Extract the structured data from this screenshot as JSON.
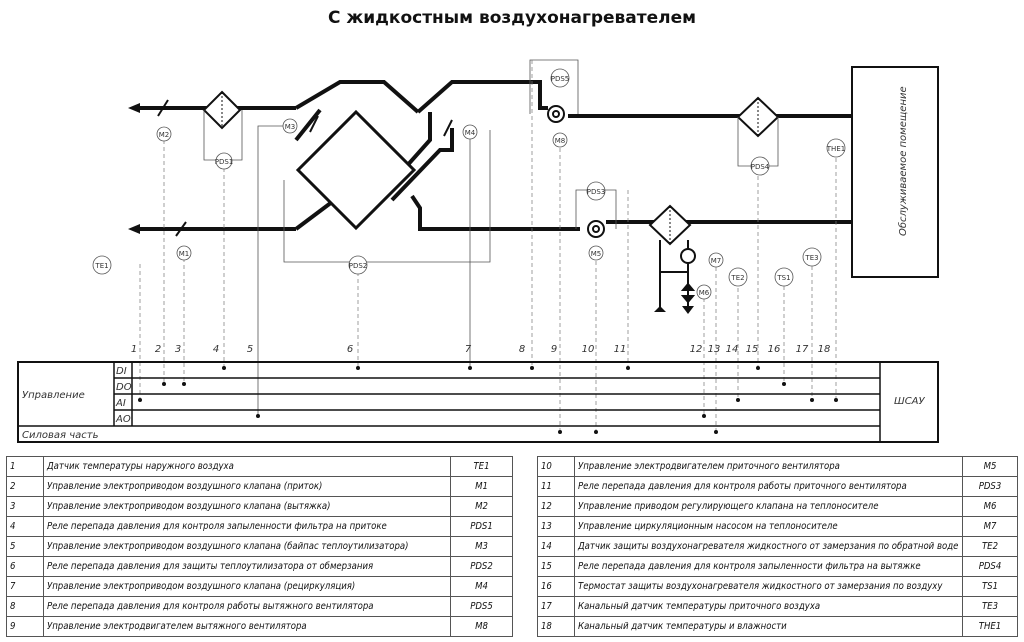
{
  "title": "С жидкостным воздухонагревателем",
  "room_label": "Обслуживаемое помещение",
  "panel": {
    "control_label": "Управление",
    "power_label": "Силовая часть",
    "cabinet_label": "ШСАУ",
    "signals": [
      "DI",
      "DO",
      "AI",
      "AO"
    ]
  },
  "devices": {
    "m1": "M1",
    "m2": "M2",
    "m3": "M3",
    "m4": "M4",
    "m5": "M5",
    "m6": "M6",
    "m7": "M7",
    "m8": "M8",
    "pds1": "PDS1",
    "pds2": "PDS2",
    "pds3": "PDS3",
    "pds4": "PDS4",
    "pds5": "PDS5",
    "te1": "TE1",
    "te2": "TE2",
    "te3": "TE3",
    "ts1": "TS1",
    "the1": "THE1"
  },
  "terminals": [
    "1",
    "2",
    "3",
    "4",
    "5",
    "6",
    "7",
    "8",
    "9",
    "10",
    "11",
    "12",
    "13",
    "14",
    "15",
    "16",
    "17",
    "18"
  ],
  "legend_left": [
    {
      "n": "1",
      "desc": "Датчик температуры наружного воздуха",
      "code": "TE1"
    },
    {
      "n": "2",
      "desc": "Управление электроприводом воздушного клапана (приток)",
      "code": "M1"
    },
    {
      "n": "3",
      "desc": "Управление электроприводом воздушного клапана (вытяжка)",
      "code": "M2"
    },
    {
      "n": "4",
      "desc": "Реле перепада давления для контроля запыленности фильтра на притоке",
      "code": "PDS1"
    },
    {
      "n": "5",
      "desc": "Управление электроприводом воздушного клапана (байпас теплоутилизатора)",
      "code": "M3"
    },
    {
      "n": "6",
      "desc": "Реле перепада давления для защиты теплоутилизатора от обмерзания",
      "code": "PDS2"
    },
    {
      "n": "7",
      "desc": "Управление электроприводом воздушного клапана (рециркуляция)",
      "code": "M4"
    },
    {
      "n": "8",
      "desc": "Реле перепада давления для контроля работы вытяжного вентилятора",
      "code": "PDS5"
    },
    {
      "n": "9",
      "desc": "Управление электродвигателем вытяжного вентилятора",
      "code": "M8"
    }
  ],
  "legend_right": [
    {
      "n": "10",
      "desc": "Управление электродвигателем приточного вентилятора",
      "code": "M5"
    },
    {
      "n": "11",
      "desc": "Реле перепада давления для контроля работы приточного вентилятора",
      "code": "PDS3"
    },
    {
      "n": "12",
      "desc": "Управление приводом регулирующего клапана на теплоносителе",
      "code": "M6"
    },
    {
      "n": "13",
      "desc": "Управление циркуляционным насосом на теплоносителе",
      "code": "M7"
    },
    {
      "n": "14",
      "desc": "Датчик защиты воздухонагревателя жидкостного от замерзания по обратной воде",
      "code": "TE2"
    },
    {
      "n": "15",
      "desc": "Реле перепада давления для контроля запыленности фильтра на вытяжке",
      "code": "PDS4"
    },
    {
      "n": "16",
      "desc": "Термостат защиты воздухонагревателя жидкостного от замерзания по воздуху",
      "code": "TS1"
    },
    {
      "n": "17",
      "desc": "Канальный датчик температуры приточного воздуха",
      "code": "TE3"
    },
    {
      "n": "18",
      "desc": "Канальный датчик температуры и влажности",
      "code": "THE1"
    }
  ]
}
